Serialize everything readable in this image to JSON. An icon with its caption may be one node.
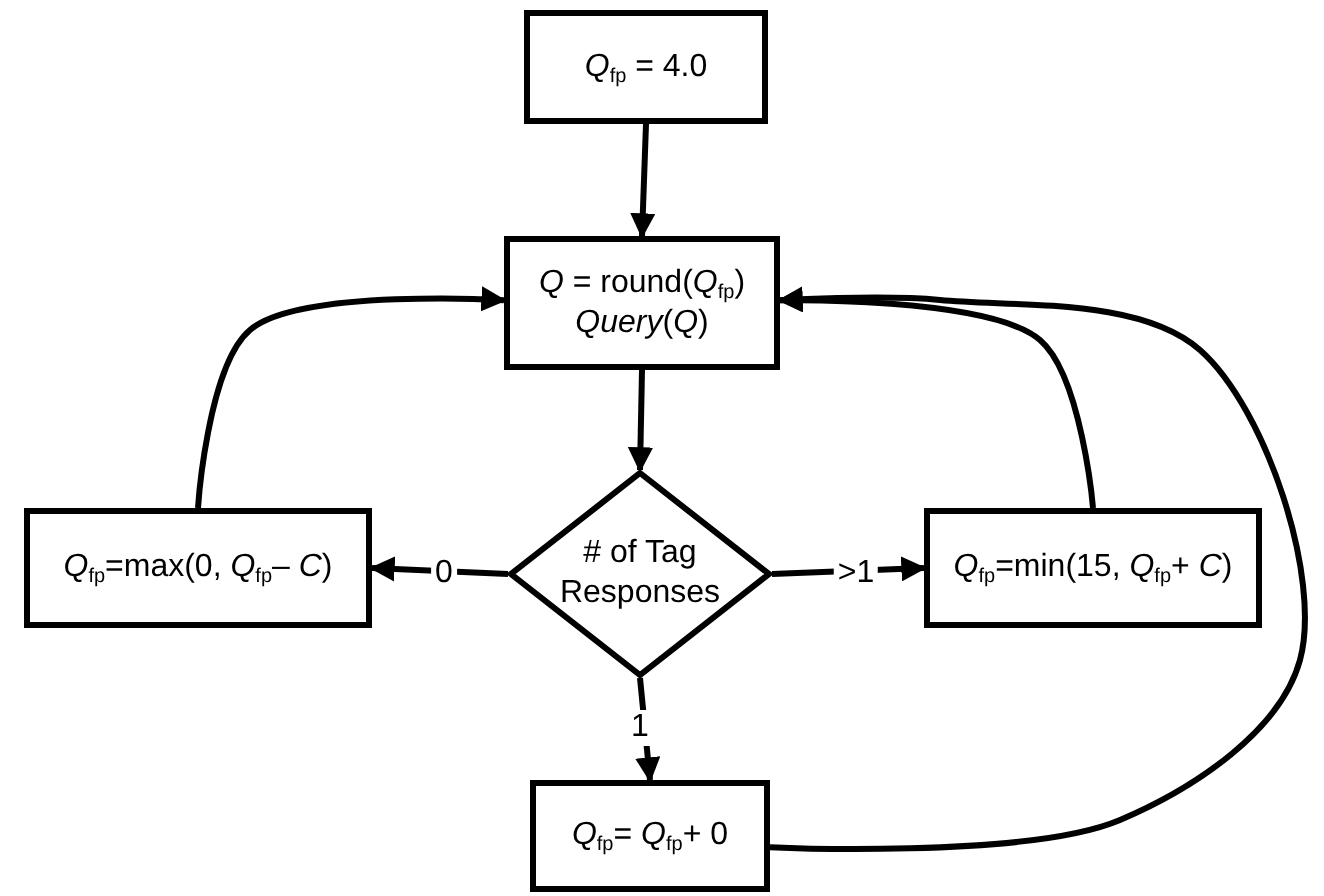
{
  "diagram": {
    "nodes": [
      {
        "text": [
          "*Q*$_{fp}$ = 4.0"
        ]
      },
      {
        "text": [
          "*Q* = round(*Q*$_{fp}$)",
          "*Query*(*Q*)"
        ]
      },
      {
        "text": [
          "# of Tag Responses"
        ]
      },
      {
        "text": [
          "*Q*$_{fp}$=max(0, *Q*$_{fp}$– *C*)"
        ]
      },
      {
        "text": [
          "*Q*$_{fp}$=min(15, *Q*$_{fp}$+ *C*)"
        ]
      },
      {
        "text": [
          "*Q*$_{fp}$= *Q*$_{fp}$+ 0"
        ]
      }
    ],
    "edges": [
      {
        "from": 0,
        "to": 1,
        "arrow": "to"
      },
      {
        "from": 1,
        "to": 2,
        "arrow": "to"
      },
      {
        "from": 2,
        "to": 3,
        "arrow": "to",
        "label": "0"
      },
      {
        "from": 2,
        "to": 4,
        "arrow": "to",
        "label": ">1"
      },
      {
        "from": 2,
        "to": 5,
        "arrow": "to",
        "label": "1"
      },
      {
        "from": 3,
        "to": 1,
        "arrow": "to"
      },
      {
        "from": 4,
        "to": 1,
        "arrow": "to"
      },
      {
        "from": 5,
        "to": 1,
        "arrow": "to"
      }
    ]
  }
}
